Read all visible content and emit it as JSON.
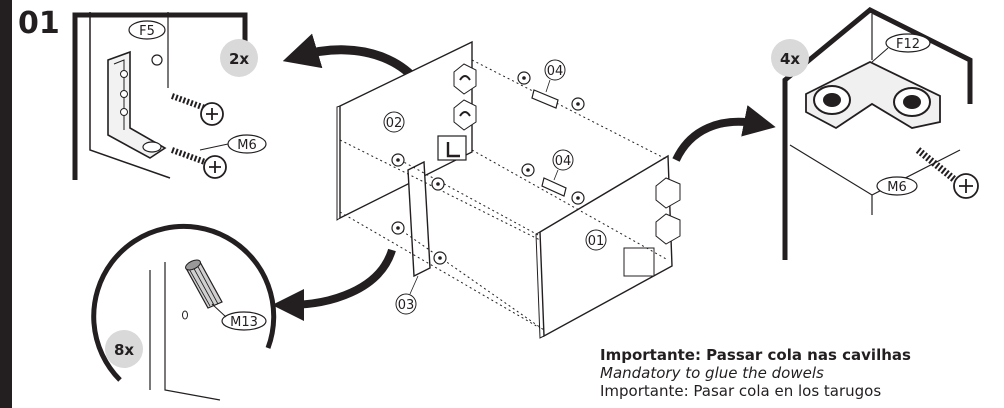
{
  "step": {
    "number": "01"
  },
  "callouts": {
    "top_left": {
      "qty": "2x",
      "bracket_code": "F5",
      "screw_code": "M6"
    },
    "top_right": {
      "qty": "4x",
      "fitting_code": "F12",
      "screw_code": "M6"
    },
    "bottom_left": {
      "qty": "8x",
      "dowel_code": "M13"
    }
  },
  "parts": {
    "back_panel": "02",
    "front_panel": "01",
    "divider": "03",
    "fitting_upper": "04",
    "fitting_lower": "04"
  },
  "note": {
    "portuguese": "Importante: Passar cola nas cavilhas",
    "english": "Mandatory to glue the dowels",
    "spanish": "Importante: Pasar cola en los tarugos"
  },
  "colors": {
    "ink": "#231f20",
    "badge": "#d9d9d9",
    "paper": "#ffffff"
  }
}
